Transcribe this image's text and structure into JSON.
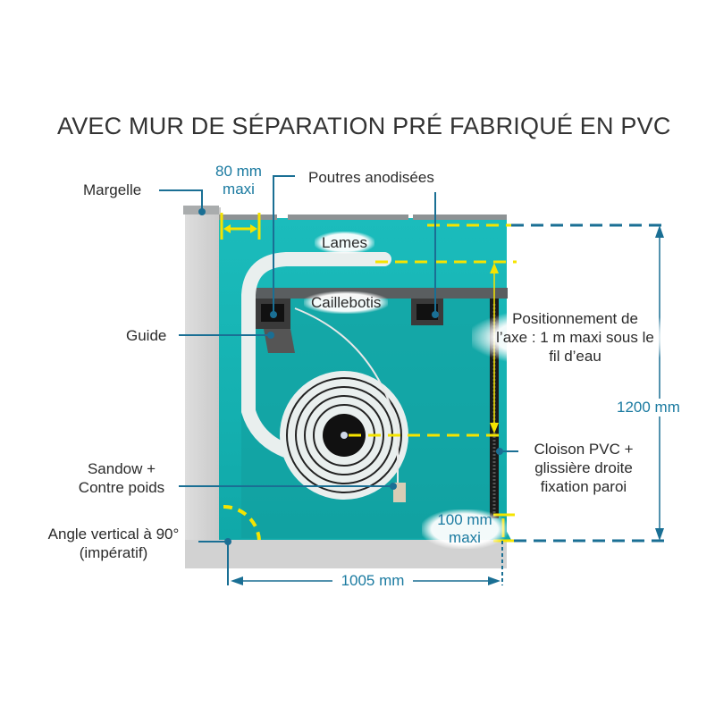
{
  "title": "AVEC MUR DE SÉPARATION PRÉ FABRIQUÉ EN PVC",
  "colors": {
    "water": "#17b3b3",
    "water_dark": "#0e9a9c",
    "wall": "#d4d4d4",
    "wall_light": "#e9e9e9",
    "leader": "#1a6f94",
    "dimension": "#1a7aa0",
    "highlight": "#f5e400",
    "beam": "#4a4a4a"
  },
  "labels": {
    "margelle": "Margelle",
    "poutres": "Poutres anodisées",
    "lames": "Lames",
    "caillebotis": "Caillebotis",
    "guide": "Guide",
    "positionnement": [
      "Positionnement de",
      "l’axe : 1 m maxi sous le",
      "fil d’eau"
    ],
    "cloison": [
      "Cloison PVC +",
      "glissière droite",
      "fixation paroi"
    ],
    "sandow": [
      "Sandow +",
      "Contre poids"
    ],
    "angle": [
      "Angle vertical à 90°",
      "(impératif)"
    ]
  },
  "dimensions": {
    "top_gap": [
      "80 mm",
      "maxi"
    ],
    "height": "1200 mm",
    "bottom_gap": [
      "100 mm",
      "maxi"
    ],
    "width": "1005 mm"
  }
}
